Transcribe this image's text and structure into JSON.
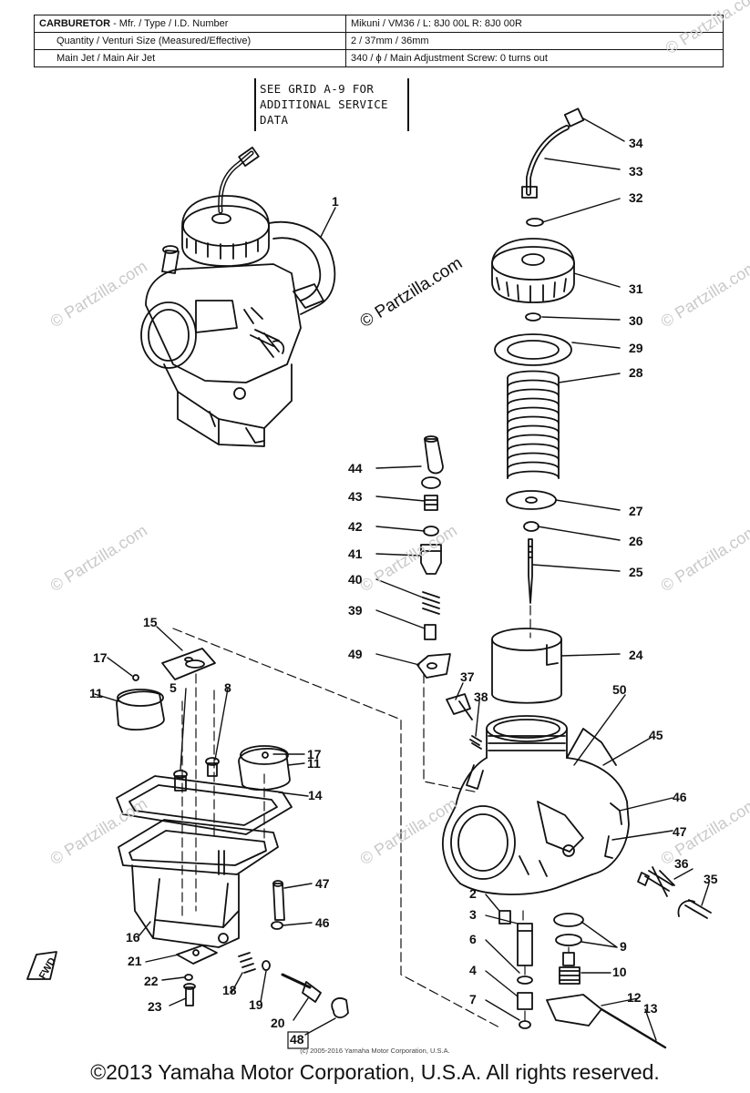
{
  "spec_table": {
    "rows": [
      {
        "label_bold": "CARBURETOR",
        "label_rest": " - Mfr. / Type / I.D. Number",
        "value": "Mikuni / VM36 / L: 8J0 00L     R: 8J0 00R"
      },
      {
        "label": "Quantity / Venturi Size (Measured/Effective)",
        "value": "2 / 37mm / 36mm"
      },
      {
        "label": "Main Jet / Main Air Jet",
        "value": "340 / ϕ / Main Adjustment Screw: 0 turns out"
      }
    ]
  },
  "note": {
    "line1": "SEE GRID A-9 FOR",
    "line2": "ADDITIONAL SERVICE",
    "line3": "DATA"
  },
  "watermark": "© Partzilla.com",
  "part_labels": {
    "p1": "1",
    "p2": "2",
    "p3": "3",
    "p4": "4",
    "p5": "5",
    "p6": "6",
    "p7": "7",
    "p8": "8",
    "p9": "9",
    "p10": "10",
    "p11a": "11",
    "p11b": "11",
    "p12": "12",
    "p13": "13",
    "p14": "14",
    "p15": "15",
    "p16": "16",
    "p17a": "17",
    "p17b": "17",
    "p18": "18",
    "p19": "19",
    "p20": "20",
    "p21": "21",
    "p22": "22",
    "p23": "23",
    "p24": "24",
    "p25": "25",
    "p26": "26",
    "p27": "27",
    "p28": "28",
    "p29": "29",
    "p30": "30",
    "p31": "31",
    "p32": "32",
    "p33": "33",
    "p34": "34",
    "p35": "35",
    "p36": "36",
    "p37": "37",
    "p38": "38",
    "p39": "39",
    "p40": "40",
    "p41": "41",
    "p42": "42",
    "p43": "43",
    "p44": "44",
    "p45": "45",
    "p46a": "46",
    "p46b": "46",
    "p47a": "47",
    "p47b": "47",
    "p48": "48",
    "p49": "49",
    "p50": "50"
  },
  "fwd_label": "FWD",
  "small_copyright": "(c) 2005-2016 Yamaha Motor Corporation, U.S.A.",
  "footer": "©2013 Yamaha Motor Corporation, U.S.A. All rights reserved."
}
